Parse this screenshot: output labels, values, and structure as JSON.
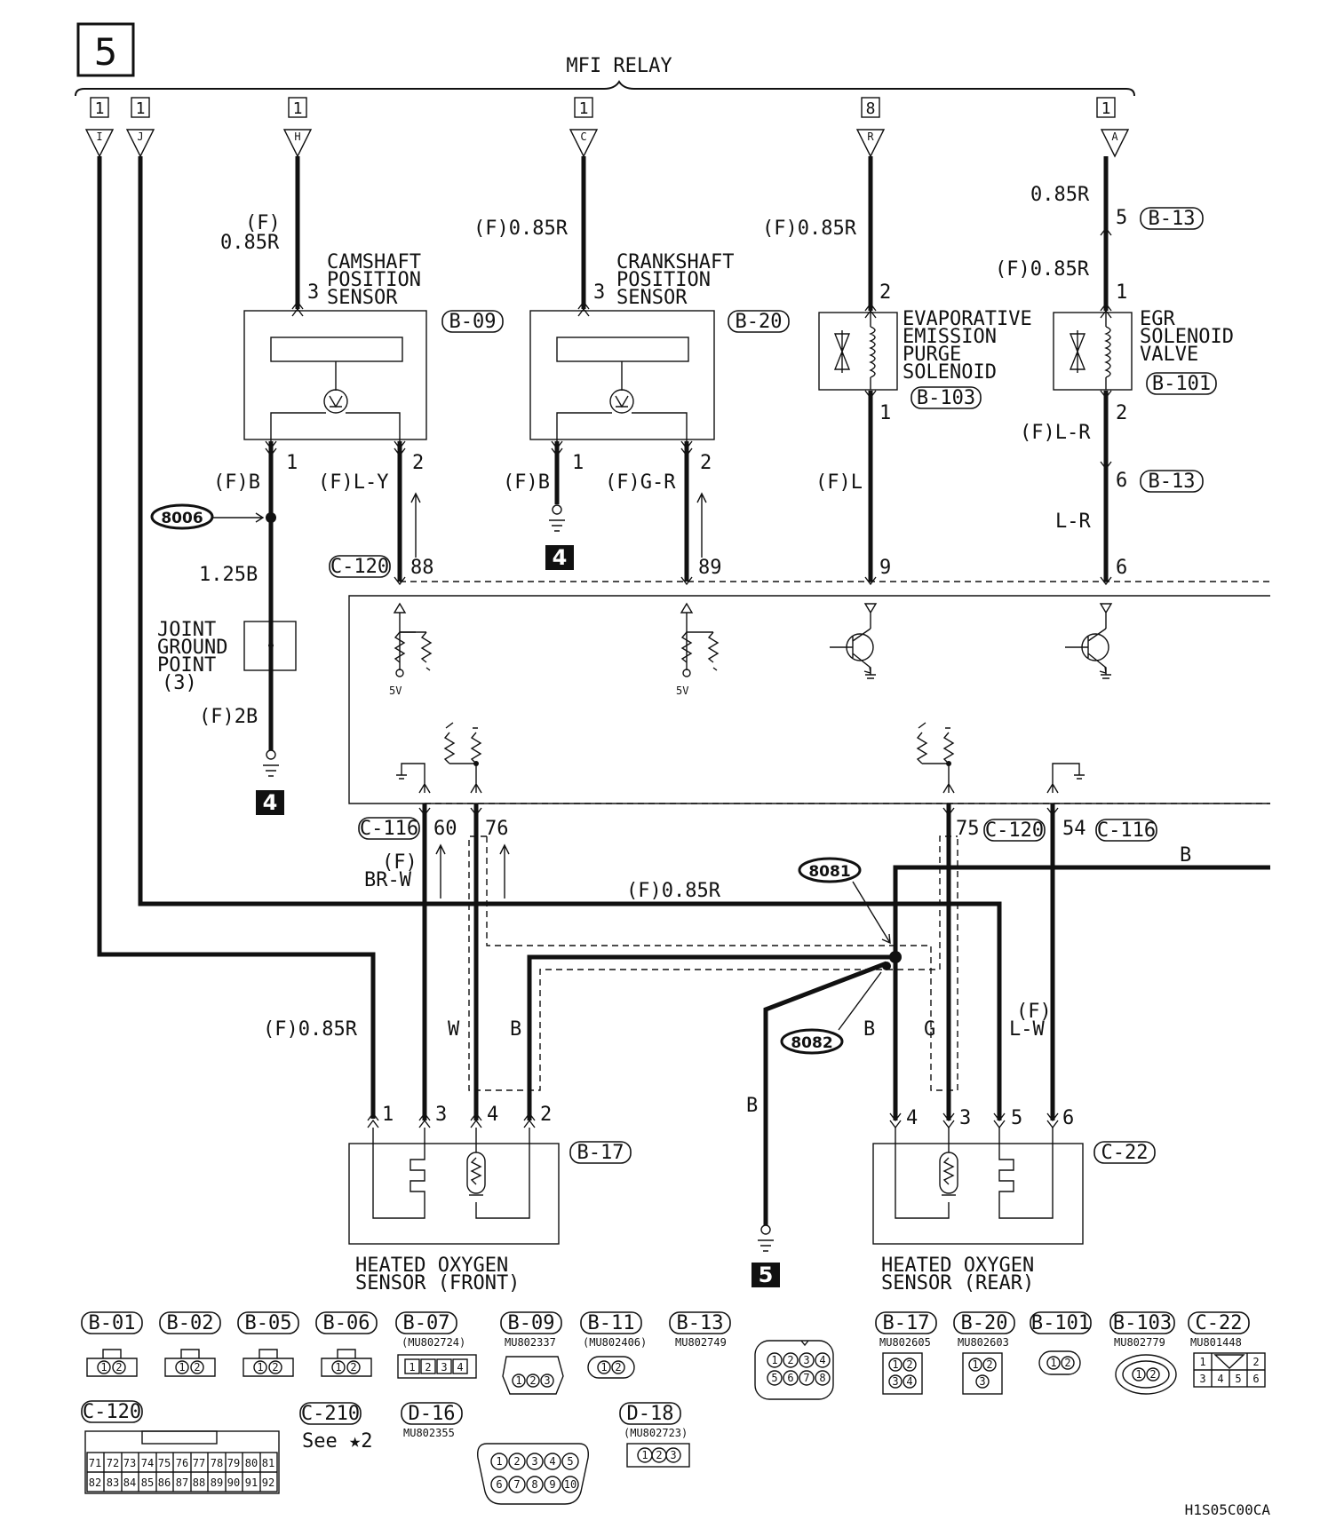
{
  "diagram": {
    "page_number": "5",
    "relay_title": "MFI RELAY",
    "relay_terminals": [
      {
        "box": "1",
        "letter": "I"
      },
      {
        "box": "1",
        "letter": "J"
      },
      {
        "box": "1",
        "letter": "H"
      },
      {
        "box": "1",
        "letter": "C"
      },
      {
        "box": "8",
        "letter": "R"
      },
      {
        "box": "1",
        "letter": "A"
      }
    ],
    "wire_labels": {
      "cam_power_f": "(F)",
      "cam_power": "0.85R",
      "crank_power": "(F)0.85R",
      "evap_power": "(F)0.85R",
      "egr_top": "0.85R",
      "egr_power": "(F)0.85R",
      "cam_gnd": "(F)B",
      "cam_sig": "(F)L-Y",
      "crank_gnd": "(F)B",
      "crank_sig": "(F)G-R",
      "evap_out": "(F)L",
      "egr_out1": "(F)L-R",
      "egr_out2": "L-R",
      "joint_in": "1.25B",
      "joint_out": "(F)2B",
      "front_heater_f": "(F)",
      "front_heater": "BR-W",
      "harness_power": "(F)0.85R",
      "front_supply": "(F)0.85R",
      "front_w": "W",
      "front_b": "B",
      "rear_b1": "B",
      "rear_g": "G",
      "rear_lw_f": "(F)",
      "rear_lw": "L-W",
      "ground_b": "B",
      "right_b": "B"
    },
    "pins": {
      "cam_3": "3",
      "cam_1": "1",
      "cam_2": "2",
      "crank_3": "3",
      "crank_1": "1",
      "crank_2": "2",
      "evap_2": "2",
      "evap_1": "1",
      "egr_5": "5",
      "egr_1": "1",
      "egr_2": "2",
      "egr_6": "6",
      "ecu_88": "88",
      "ecu_89": "89",
      "ecu_9": "9",
      "ecu_6": "6",
      "ecu_60": "60",
      "ecu_76": "76",
      "ecu_75": "75",
      "ecu_54": "54",
      "front_1": "1",
      "front_3": "3",
      "front_4": "4",
      "front_2": "2",
      "rear_4": "4",
      "rear_3": "3",
      "rear_5": "5",
      "rear_6": "6"
    },
    "components": {
      "cam": [
        "CAMSHAFT",
        "POSITION",
        "SENSOR"
      ],
      "crank": [
        "CRANKSHAFT",
        "POSITION",
        "SENSOR"
      ],
      "evap": [
        "EVAPORATIVE",
        "EMISSION",
        "PURGE",
        "SOLENOID"
      ],
      "egr": [
        "EGR",
        "SOLENOID",
        "VALVE"
      ],
      "joint": [
        "JOINT",
        "GROUND",
        "POINT",
        "(3)"
      ],
      "front_o2": [
        "HEATED OXYGEN",
        "SENSOR (FRONT)"
      ],
      "rear_o2": [
        "HEATED OXYGEN",
        "SENSOR (REAR)"
      ]
    },
    "connector_tags": {
      "b09": "B-09",
      "b20": "B-20",
      "b103": "B-103",
      "b101": "B-101",
      "b13a": "B-13",
      "b13b": "B-13",
      "c120a": "C-120",
      "c120b": "C-120",
      "c116a": "C-116",
      "c116b": "C-116",
      "b17": "B-17",
      "c22": "C-22"
    },
    "splices": {
      "s1": "8006",
      "s2": "8081",
      "s3": "8082"
    },
    "ground_refs": {
      "g1": "4",
      "g2": "4",
      "g3": "5"
    },
    "ecu_voltage": [
      "5V",
      "5V"
    ],
    "legend_row1": [
      {
        "id": "B-01",
        "part": "",
        "pins": [
          "1",
          "2"
        ]
      },
      {
        "id": "B-02",
        "part": "",
        "pins": [
          "1",
          "2"
        ]
      },
      {
        "id": "B-05",
        "part": "",
        "pins": [
          "1",
          "2"
        ]
      },
      {
        "id": "B-06",
        "part": "",
        "pins": [
          "1",
          "2"
        ]
      },
      {
        "id": "B-07",
        "part": "(MU802724)",
        "pins": [
          "1",
          "2",
          "3",
          "4"
        ]
      },
      {
        "id": "B-09",
        "part": "MU802337",
        "pins": [
          "1",
          "2",
          "3"
        ]
      },
      {
        "id": "B-11",
        "part": "(MU802406)",
        "pins": [
          "1",
          "2"
        ]
      },
      {
        "id": "B-13",
        "part": "MU802749",
        "pins": [
          "1",
          "2",
          "3",
          "4",
          "5",
          "6",
          "7",
          "8"
        ]
      },
      {
        "id": "B-17",
        "part": "MU802605",
        "pins": [
          "1",
          "2",
          "3",
          "4"
        ]
      },
      {
        "id": "B-20",
        "part": "MU802603",
        "pins": [
          "1",
          "2",
          "3"
        ]
      },
      {
        "id": "B-101",
        "part": "",
        "pins": [
          "1",
          "2"
        ]
      },
      {
        "id": "B-103",
        "part": "MU802779",
        "pins": [
          "1",
          "2"
        ]
      },
      {
        "id": "C-22",
        "part": "MU801448",
        "pins": [
          "1",
          "2",
          "3",
          "4",
          "5",
          "6"
        ]
      }
    ],
    "legend_row2": [
      {
        "id": "C-120",
        "part": "",
        "note": ""
      },
      {
        "id": "C-210",
        "part": "",
        "note": "See ★2"
      },
      {
        "id": "D-16",
        "part": "MU802355",
        "note": ""
      },
      {
        "id": "D-18",
        "part": "(MU802723)",
        "note": ""
      }
    ],
    "c120_pins_top": [
      "71",
      "72",
      "73",
      "74",
      "75",
      "76",
      "77",
      "78",
      "79",
      "80",
      "81"
    ],
    "c120_pins_bottom": [
      "82",
      "83",
      "84",
      "85",
      "86",
      "87",
      "88",
      "89",
      "90",
      "91",
      "92"
    ],
    "d16_pins": [
      "1",
      "2",
      "3",
      "4",
      "5",
      "6",
      "7",
      "8",
      "9",
      "10"
    ],
    "d18_pins": [
      "1",
      "2",
      "3"
    ],
    "footer_code": "H1S05C00CA"
  }
}
